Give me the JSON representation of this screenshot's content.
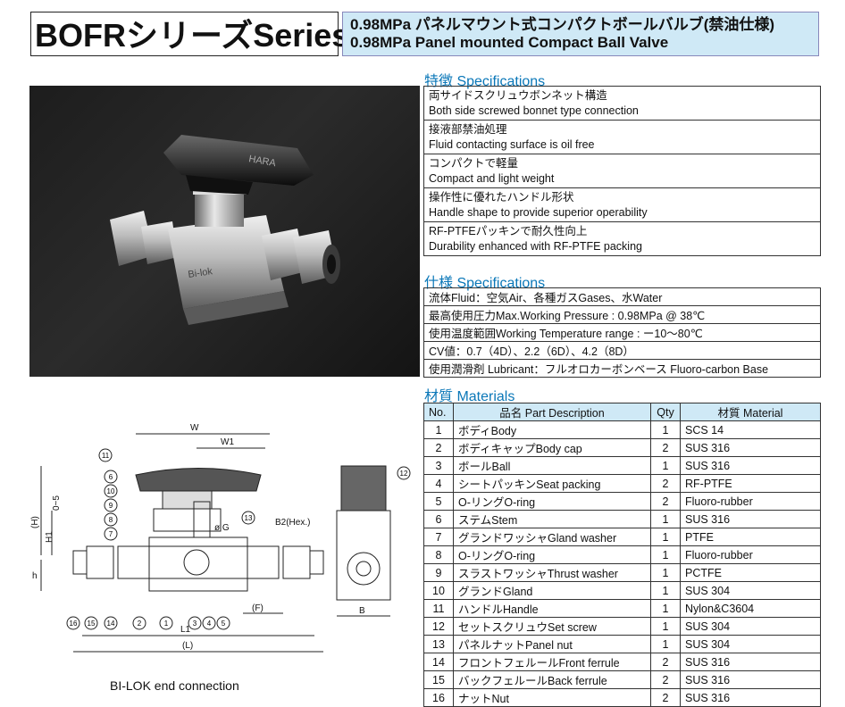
{
  "header": {
    "series_title": "BOFRシリーズSeries",
    "subtitle_jp": "0.98MPa パネルマウント式コンパクトボールバルブ(禁油仕様)",
    "subtitle_en": "0.98MPa Panel mounted Compact Ball Valve"
  },
  "features": {
    "heading": "特徴 Specifications",
    "items": [
      {
        "jp": "両サイドスクリュウボンネット構造",
        "en": "Both side screwed bonnet type connection"
      },
      {
        "jp": "接液部禁油処理",
        "en": "Fluid contacting surface is oil free"
      },
      {
        "jp": "コンパクトで軽量",
        "en": "Compact and light weight"
      },
      {
        "jp": "操作性に優れたハンドル形状",
        "en": "Handle shape to provide superior operability"
      },
      {
        "jp": "RF-PTFEパッキンで耐久性向上",
        "en": "Durability enhanced with RF-PTFE packing"
      }
    ]
  },
  "specs": {
    "heading": "仕様 Specifications",
    "rows": [
      "流体Fluid：空気Air、各種ガスGases、水Water",
      "最高使用圧力Max.Working Pressure : 0.98MPa @ 38℃",
      "使用温度範囲Working Temperature range : ー10〜80℃",
      "CV値：0.7（4D）、2.2（6D）、4.2（8D）",
      "使用潤滑剤 Lubricant：フルオロカーボンベース Fluoro-carbon Base"
    ]
  },
  "materials": {
    "heading": "材質 Materials",
    "headers": {
      "no": "No.",
      "part": "品名 Part Description",
      "qty": "Qty",
      "material": "材質 Material"
    },
    "header_bg": "#cfe9f6",
    "rows": [
      {
        "no": "1",
        "part": "ボディBody",
        "qty": "1",
        "material": "SCS 14"
      },
      {
        "no": "2",
        "part": "ボディキャップBody cap",
        "qty": "2",
        "material": "SUS 316"
      },
      {
        "no": "3",
        "part": "ボールBall",
        "qty": "1",
        "material": "SUS 316"
      },
      {
        "no": "4",
        "part": "シートパッキンSeat packing",
        "qty": "2",
        "material": "RF-PTFE"
      },
      {
        "no": "5",
        "part": "O-リングO-ring",
        "qty": "2",
        "material": "Fluoro-rubber"
      },
      {
        "no": "6",
        "part": "ステムStem",
        "qty": "1",
        "material": "SUS 316"
      },
      {
        "no": "7",
        "part": "グランドワッシャGland washer",
        "qty": "1",
        "material": "PTFE"
      },
      {
        "no": "8",
        "part": "O-リングO-ring",
        "qty": "1",
        "material": "Fluoro-rubber"
      },
      {
        "no": "9",
        "part": "スラストワッシャThrust washer",
        "qty": "1",
        "material": "PCTFE"
      },
      {
        "no": "10",
        "part": "グランドGland",
        "qty": "1",
        "material": "SUS 304"
      },
      {
        "no": "11",
        "part": "ハンドルHandle",
        "qty": "1",
        "material": "Nylon&C3604"
      },
      {
        "no": "12",
        "part": "セットスクリュウSet screw",
        "qty": "1",
        "material": "SUS 304"
      },
      {
        "no": "13",
        "part": "パネルナットPanel nut",
        "qty": "1",
        "material": "SUS 304"
      },
      {
        "no": "14",
        "part": "フロントフェルールFront ferrule",
        "qty": "2",
        "material": "SUS 316"
      },
      {
        "no": "15",
        "part": "バックフェルールBack ferrule",
        "qty": "2",
        "material": "SUS 316"
      },
      {
        "no": "16",
        "part": "ナットNut",
        "qty": "2",
        "material": "SUS 316"
      }
    ]
  },
  "drawing": {
    "caption": "BI-LOK end connection",
    "labels": {
      "W": "W",
      "W1": "W1",
      "H": "(H)",
      "H1": "H1",
      "h": "h",
      "range": "0~5",
      "G": "ø G",
      "B2": "B2(Hex.)",
      "F": "(F)",
      "L1": "L1",
      "L": "(L)",
      "B": "B"
    },
    "balloons": [
      "11",
      "6",
      "10",
      "9",
      "8",
      "7",
      "16",
      "15",
      "14",
      "2",
      "1",
      "3",
      "4",
      "5",
      "13",
      "12"
    ]
  },
  "photo": {
    "handle_marking": "HARA",
    "body_marking": "Bi-lok"
  }
}
